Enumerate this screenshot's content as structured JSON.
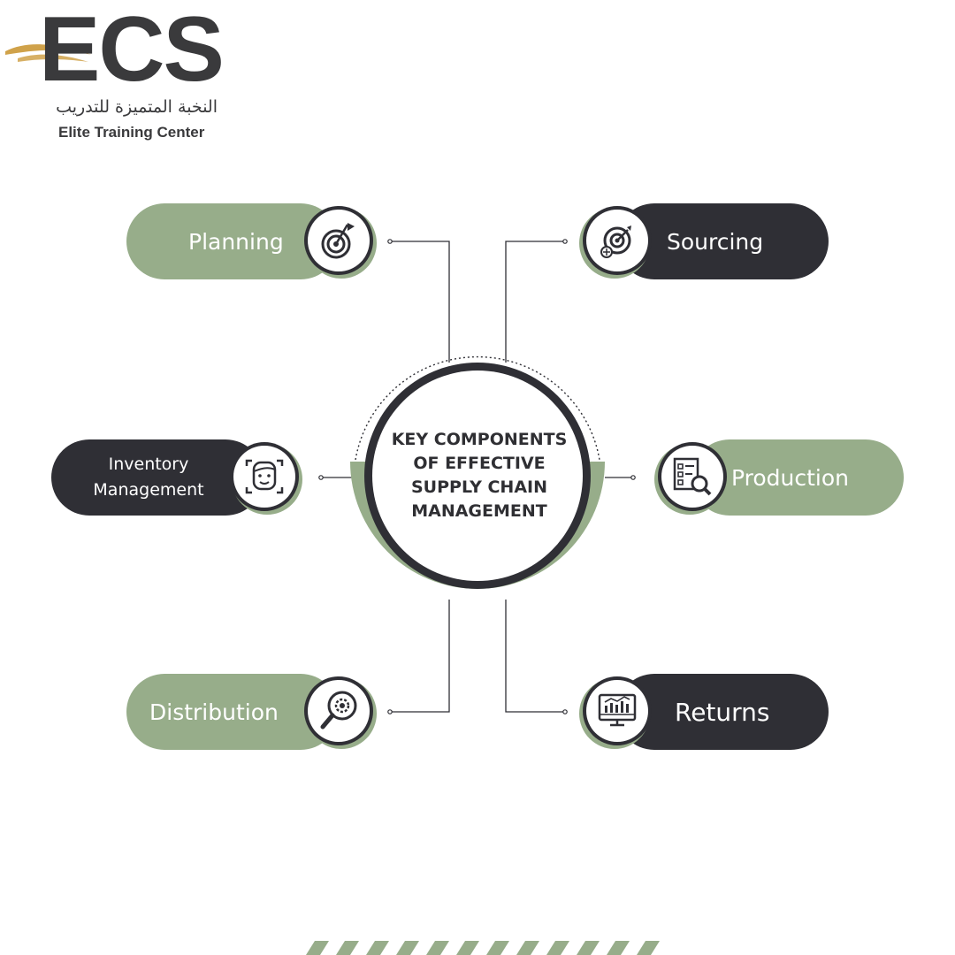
{
  "logo": {
    "letters": "ECS",
    "arabic": "النخبة المتميزة للتدريب",
    "subtitle": "Elite Training Center",
    "gold": "#d0a24a"
  },
  "center": {
    "title": "KEY COMPONENTS OF EFFECTIVE SUPPLY CHAIN MANAGEMENT"
  },
  "colors": {
    "green": "#97ad8a",
    "dark": "#2f2f35",
    "white": "#ffffff"
  },
  "components": [
    {
      "label": "Planning",
      "icon": "target-flag-icon",
      "style": "green"
    },
    {
      "label": "Sourcing",
      "icon": "target-dart-icon",
      "style": "dark"
    },
    {
      "label": "Inventory Management",
      "icon": "face-scan-icon",
      "style": "dark"
    },
    {
      "label": "Production",
      "icon": "checklist-search-icon",
      "style": "green"
    },
    {
      "label": "Distribution",
      "icon": "gear-magnifier-icon",
      "style": "green"
    },
    {
      "label": "Returns",
      "icon": "monitor-chart-icon",
      "style": "dark"
    }
  ]
}
